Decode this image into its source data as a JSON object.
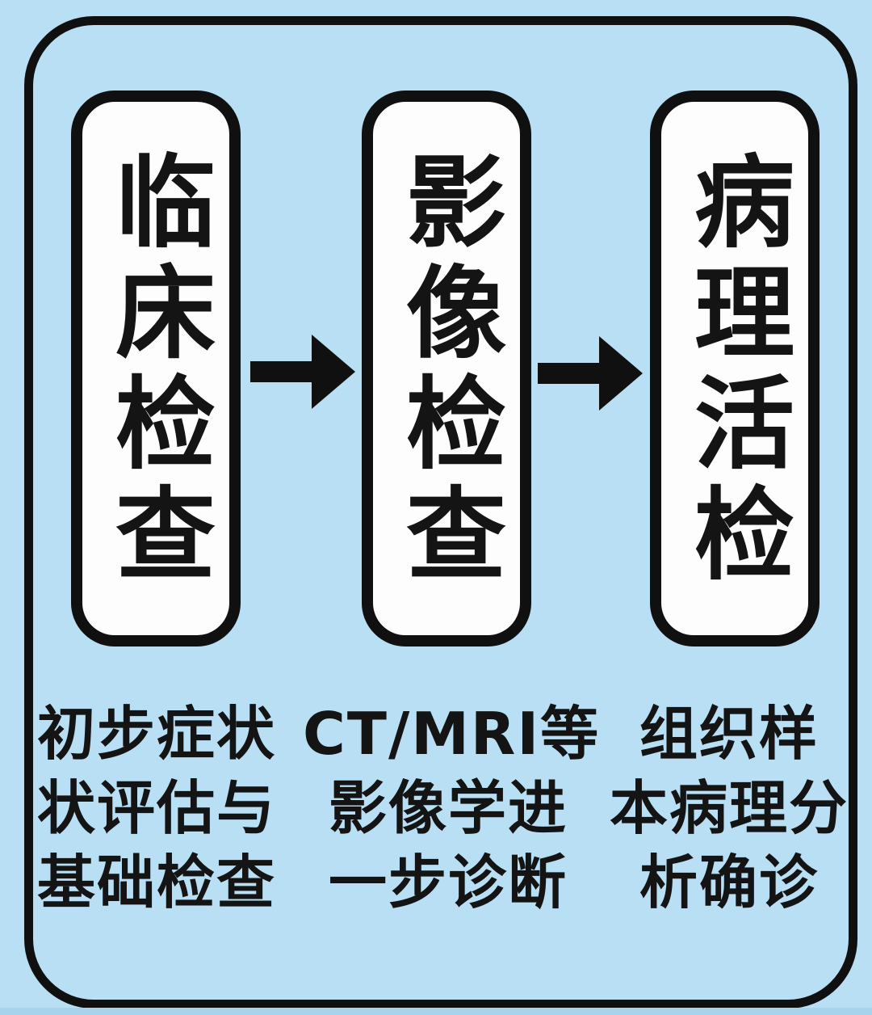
{
  "diagram": {
    "steps": [
      {
        "label": "临床检查",
        "description_lines": [
          "初步症状",
          "状评估与",
          "基础检查"
        ]
      },
      {
        "label": "影像检查",
        "description_lines": [
          "CT/MRI等",
          "影像学进",
          "一步诊断"
        ]
      },
      {
        "label": "病理活检",
        "description_lines": [
          "组织样",
          "本病理分",
          "析确诊"
        ]
      }
    ],
    "connector": "right-arrow"
  },
  "colors": {
    "background": "#b8dff4",
    "frame": "#101010",
    "box_bg": "#fdfdfd",
    "ink": "#141414",
    "bottom_strip": "#a7d3ec"
  }
}
